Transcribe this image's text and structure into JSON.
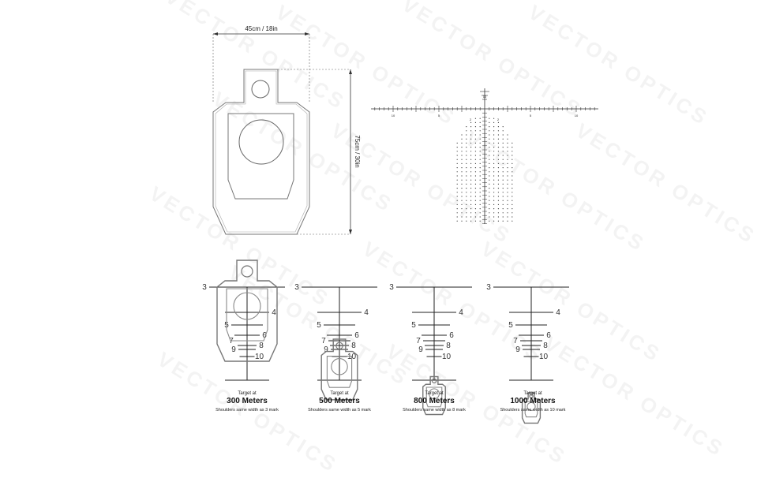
{
  "watermark": "VECTOR OPTICS",
  "target_diagram": {
    "width_label": "45cm / 18in",
    "height_label": "75cm / 30in"
  },
  "reticle": {
    "h_numbers": [
      "10",
      "5",
      "5",
      "10"
    ],
    "v_numbers": [
      "2",
      "2"
    ],
    "top_numbers": [
      "10"
    ]
  },
  "stadia_marks": [
    "3",
    "4",
    "5",
    "6",
    "7",
    "8",
    "9",
    "10"
  ],
  "panels": [
    {
      "target_at": "Target at",
      "distance": "300 Meters",
      "note": "Shoulders same width as 3 mark"
    },
    {
      "target_at": "Target at",
      "distance": "500 Meters",
      "note": "Shoulders same width as 5 mark"
    },
    {
      "target_at": "Target at",
      "distance": "800 Meters",
      "note": "Shoulders same width as 8 mark"
    },
    {
      "target_at": "Target at",
      "distance": "1000 Meters",
      "note": "Shoulders same width as 10 mark"
    }
  ]
}
